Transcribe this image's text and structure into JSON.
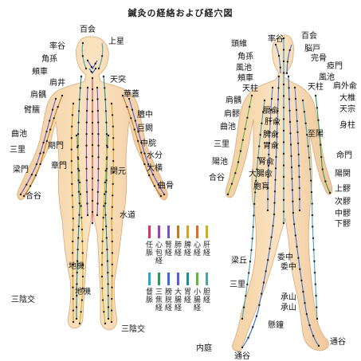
{
  "title": "鍼灸の経絡および経穴図",
  "front_labels": [
    {
      "text": "百会"
    },
    {
      "text": "上星"
    },
    {
      "text": "率谷"
    },
    {
      "text": "角孫"
    },
    {
      "text": "頰車"
    },
    {
      "text": "肩井"
    },
    {
      "text": "天突"
    },
    {
      "text": "肩髃"
    },
    {
      "text": "華蓋"
    },
    {
      "text": "臂臑"
    },
    {
      "text": "膻中"
    },
    {
      "text": "巨闕"
    },
    {
      "text": "曲池"
    },
    {
      "text": "中脘"
    },
    {
      "text": "水分"
    },
    {
      "text": "三里"
    },
    {
      "text": "期門"
    },
    {
      "text": "大横"
    },
    {
      "text": "章門"
    },
    {
      "text": "梁門"
    },
    {
      "text": "関元"
    },
    {
      "text": "曲骨"
    },
    {
      "text": "合谷"
    },
    {
      "text": "水道"
    },
    {
      "text": "地機"
    },
    {
      "text": "地機"
    },
    {
      "text": "三陰交"
    },
    {
      "text": "三陰交"
    }
  ],
  "back_labels": [
    {
      "text": "率谷"
    },
    {
      "text": "百会"
    },
    {
      "text": "頭維"
    },
    {
      "text": "脳戸"
    },
    {
      "text": "角孫"
    },
    {
      "text": "完骨"
    },
    {
      "text": "瘂門"
    },
    {
      "text": "風池"
    },
    {
      "text": "頰車"
    },
    {
      "text": "風池"
    },
    {
      "text": "天柱"
    },
    {
      "text": "天柱"
    },
    {
      "text": "肩外兪"
    },
    {
      "text": "大椎"
    },
    {
      "text": "肩髃"
    },
    {
      "text": "天宗"
    },
    {
      "text": "肩髎"
    },
    {
      "text": "膈兪"
    },
    {
      "text": "身柱"
    },
    {
      "text": "肝兪"
    },
    {
      "text": "曲池"
    },
    {
      "text": "至陽"
    },
    {
      "text": "脾兪"
    },
    {
      "text": "胃兪"
    },
    {
      "text": "命門"
    },
    {
      "text": "三里"
    },
    {
      "text": "腎兪"
    },
    {
      "text": "陽池"
    },
    {
      "text": "大腸兪"
    },
    {
      "text": "陽関"
    },
    {
      "text": "合谷"
    },
    {
      "text": "胞肓"
    },
    {
      "text": "上髎"
    },
    {
      "text": "次髎"
    },
    {
      "text": "中髎"
    },
    {
      "text": "下髎"
    },
    {
      "text": "委中"
    },
    {
      "text": "梁丘"
    },
    {
      "text": "委中"
    },
    {
      "text": "三里"
    },
    {
      "text": "承山"
    },
    {
      "text": "承山"
    },
    {
      "text": "懸鐘"
    },
    {
      "text": "内庭"
    },
    {
      "text": "通谷"
    },
    {
      "text": "通谷"
    }
  ],
  "legend_top": [
    {
      "text": "任脈",
      "color": "#d9336b"
    },
    {
      "text": "心包経",
      "color": "#9b3fb5"
    },
    {
      "text": "腎経",
      "color": "#7a4fc9"
    },
    {
      "text": "肺経",
      "color": "#c07a20"
    },
    {
      "text": "脾経",
      "color": "#d8a21a"
    },
    {
      "text": "心経",
      "color": "#e06c1f"
    },
    {
      "text": "肝経",
      "color": "#c9b21a"
    }
  ],
  "legend_bottom": [
    {
      "text": "督脈",
      "color": "#2aa7c9"
    },
    {
      "text": "三焦経",
      "color": "#2b9b58"
    },
    {
      "text": "膀胱経",
      "color": "#3a6fd0"
    },
    {
      "text": "大腸経",
      "color": "#5a5ad8"
    },
    {
      "text": "胃経",
      "color": "#1d8f8f"
    },
    {
      "text": "小腸経",
      "color": "#62b53c"
    },
    {
      "text": "胆経",
      "color": "#4aa3a8"
    }
  ]
}
